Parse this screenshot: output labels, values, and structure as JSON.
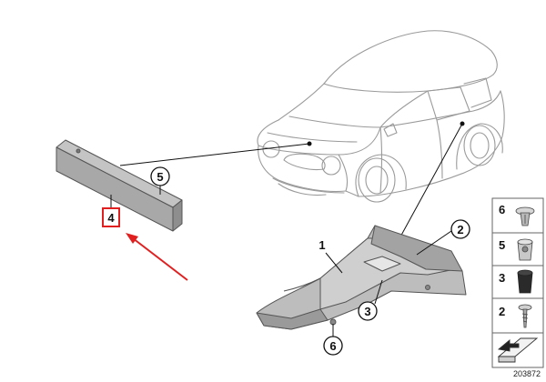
{
  "diagram": {
    "reference_number": "203872",
    "highlight_color": "#e02020",
    "callouts": {
      "c1": "1",
      "c2": "2",
      "c3": "3",
      "c4": "4",
      "c5": "5",
      "c6": "6"
    },
    "legend": [
      {
        "number": "6",
        "icon": "expanding-clip-icon"
      },
      {
        "number": "5",
        "icon": "spreader-nut-icon"
      },
      {
        "number": "3",
        "icon": "plug-grommet-icon"
      },
      {
        "number": "2",
        "icon": "screw-icon"
      },
      {
        "number": "",
        "icon": "foot-mat-icon"
      }
    ]
  }
}
